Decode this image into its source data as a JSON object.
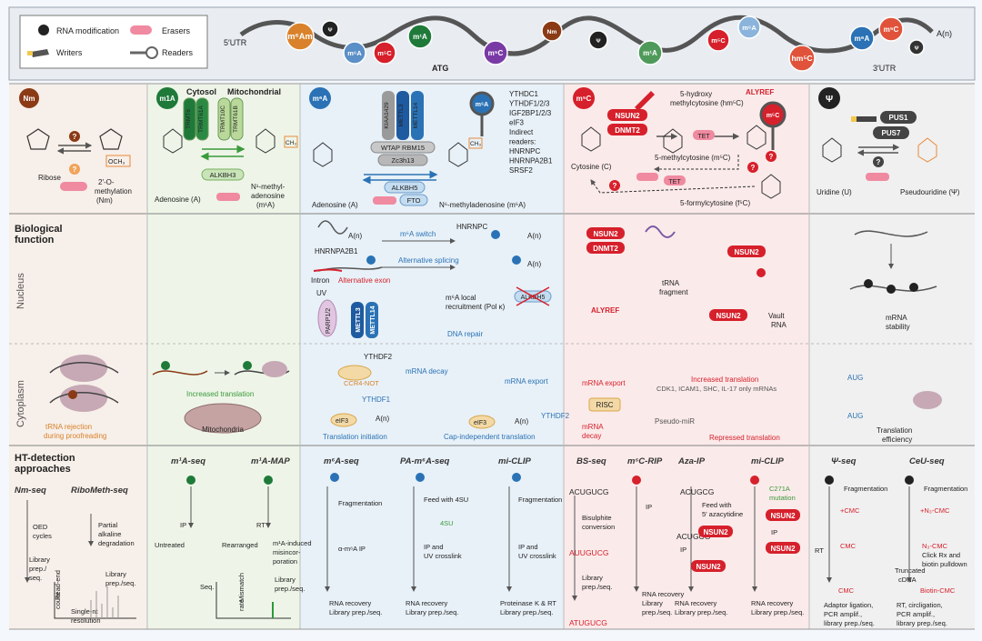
{
  "legend": {
    "modification": "RNA modification",
    "writers": "Writers",
    "erasers": "Erasers",
    "readers": "Readers"
  },
  "transcript": {
    "utr5": "5′UTR",
    "utr3": "3′UTR",
    "atg": "ATG",
    "polya": "A(n)",
    "marks": [
      {
        "label": "m⁶Am",
        "color": "#d9822b"
      },
      {
        "label": "Ψ",
        "color": "#222222"
      },
      {
        "label": "m⁶A",
        "color": "#5b8fc7"
      },
      {
        "label": "m⁵C",
        "color": "#d6202b"
      },
      {
        "label": "m¹A",
        "color": "#1f7a3a"
      },
      {
        "label": "m⁵C",
        "color": "#7a3aa6"
      },
      {
        "label": "Nm",
        "color": "#8b3a16"
      },
      {
        "label": "Ψ",
        "color": "#222222"
      },
      {
        "label": "m¹A",
        "color": "#4f9a5a"
      },
      {
        "label": "m⁵C",
        "color": "#d6202b"
      },
      {
        "label": "m⁶A",
        "color": "#8ab4dc"
      },
      {
        "label": "hm⁵C",
        "color": "#e0533a"
      },
      {
        "label": "m⁶A",
        "color": "#2a72b5"
      },
      {
        "label": "m⁵C",
        "color": "#e0533a"
      },
      {
        "label": "Ψ",
        "color": "#333333"
      }
    ]
  },
  "rows": {
    "bio_function_line1": "Biological",
    "bio_function_line2": "function",
    "nucleus": "Nucleus",
    "cytoplasm": "Cytoplasm",
    "ht_line1": "HT-detection",
    "ht_line2": "approaches"
  },
  "panels": {
    "nm": {
      "badge": "Nm",
      "och3": "OCH₃",
      "ribose": "Ribose",
      "product_line1": "2′-O-",
      "product_line2": "methylation",
      "product_line3": "(Nm)"
    },
    "m1a": {
      "badge": "m1A",
      "cytosol": "Cytosol",
      "mitochondrial": "Mitochondrial",
      "writers": [
        "TRMT6",
        "TRMT61A",
        "TRMT10C",
        "TRMT61B"
      ],
      "eraser": "ALKBH3",
      "substrate": "Adenosine (A)",
      "product_line1": "N¹-methyl-",
      "product_line2": "adenosine",
      "product_line3": "(m¹A)"
    },
    "m6a": {
      "badge": "m⁶A",
      "writers": [
        "KIAA1429",
        "METTL3",
        "METTL14"
      ],
      "complex1": "WTAP  RBM15",
      "complex2": "Zc3h13",
      "eraser1": "ALKBH5",
      "eraser2": "FTO",
      "substrate": "Adenosine (A)",
      "product": "N⁶-methyladenosine (m⁶A)",
      "readers": [
        "YTHDC1",
        "YTHDF1/2/3",
        "IGF2BP1/2/3",
        "eIF3",
        "Indirect",
        "readers:",
        "HNRNPC",
        "HNRNPA2B1",
        "SRSF2"
      ]
    },
    "m5c": {
      "badge": "m⁵C",
      "writer1": "NSUN2",
      "writer2": "DNMT2",
      "hm5c_line1": "5-hydroxy",
      "hm5c_line2": "methylcytosine (hm⁵C)",
      "reader": "ALYREF",
      "eraser": "TET",
      "cytosine": "Cytosine (C)",
      "m5c_label": "5-methylcytosine (m⁵C)",
      "f5c_label": "5-formylcytosine (f⁵C)"
    },
    "psi": {
      "badge": "Ψ",
      "writer1": "PUS1",
      "writer2": "PUS7",
      "substrate": "Uridine (U)",
      "product": "Pseudouridine (Ψ)"
    }
  },
  "functions": {
    "nm": {
      "line1": "tRNA rejection",
      "line2": "during proofreading"
    },
    "m1a": {
      "translation": "Increased translation",
      "mitochondria": "Mitochondria"
    },
    "m6a": {
      "polya": "A(n)",
      "hnrnpa2b1": "HNRNPA2B1",
      "switch": "m⁶A switch",
      "hnrnpc": "HNRNPC",
      "splicing": "Alternative splicing",
      "intron": "Intron",
      "exon": "Alternative exon",
      "uv": "UV",
      "parp": "PARP1/2",
      "mettl3": "METTL3",
      "mettl14": "METTL14",
      "local_line1": "m⁶A local",
      "local_line2": "recruitment (Pol κ)",
      "dna_repair": "DNA repair",
      "alkbh5": "ALKBH5",
      "ythdf2": "YTHDF2",
      "ccr4": "CCR4-NOT",
      "decay": "mRNA decay",
      "export": "mRNA export",
      "ythdf1": "YTHDF1",
      "eif3": "eIF3",
      "initiation": "Translation initiation",
      "cap": "Cap-independent translation"
    },
    "m5c": {
      "trna_line1": "tRNA",
      "trna_line2": "fragment",
      "alyref": "ALYREF",
      "vault_line1": "Vault",
      "vault_line2": "RNA",
      "export": "mRNA export",
      "increased": "Increased translation",
      "targets": "CDK1, ICAM1, SHC, IL-17 only mRNAs",
      "risc": "RISC",
      "decay_line1": "mRNA",
      "decay_line2": "decay",
      "pseudomir": "Pseudo-miR",
      "repressed": "Repressed translation"
    },
    "psi": {
      "stability_line1": "mRNA",
      "stability_line2": "stability",
      "aug": "AUG",
      "efficiency_line1": "Translation",
      "efficiency_line2": "efficiency"
    }
  },
  "ht": {
    "titles": [
      "Nm-seq",
      "RiboMeth-seq",
      "m¹A-seq",
      "m¹A-MAP",
      "m⁶A-seq",
      "PA-m⁶A-seq",
      "mi-CLIP",
      "BS-seq",
      "m⁵C-RIP",
      "Aza-IP",
      "mi-CLIP",
      "Ψ-seq",
      "CeU-seq"
    ],
    "nmseq": [
      "OED",
      "cycles",
      "Library",
      "prep./",
      "seq."
    ],
    "ribometh": [
      "Partial",
      "alkaline",
      "degradation",
      "Library",
      "prep./seq.",
      "Read-end",
      "count",
      "Single-nt",
      "resolution"
    ],
    "m1aseq": [
      "IP",
      "Untreated",
      "Rearranged",
      "Seq."
    ],
    "m1amap": [
      "RT",
      "m¹A-induced",
      "misincor-",
      "poration",
      "Library",
      "prep./seq.",
      "Mismatch",
      "rate"
    ],
    "m6aseq": [
      "Fragmentation",
      "α-m⁶A IP",
      "RNA recovery",
      "Library prep./seq."
    ],
    "pam6a": [
      "Feed with 4SU",
      "4SU",
      "IP and",
      "UV crosslink",
      "RNA recovery",
      "Library prep./seq."
    ],
    "miclip6a": [
      "Fragmentation",
      "IP and",
      "UV crosslink",
      "Proteinase K & RT",
      "Library prep./seq."
    ],
    "bsseq": [
      "ACUGUCG",
      "Bisulphite",
      "conversion",
      "AUUGUCG",
      "Library",
      "prep./seq.",
      "ATUGUCG"
    ],
    "m5crip": [
      "IP",
      "RNA recovery",
      "Library",
      "prep./seq."
    ],
    "azaip": [
      "ACUGCG",
      "Feed with",
      "5′ azacytidine",
      "ACUGCG",
      "IP",
      "RNA recovery",
      "Library prep./seq."
    ],
    "miclip5c": [
      "C271A",
      "mutation",
      "IP",
      "RNA recovery",
      "Library prep./seq."
    ],
    "psiseq": [
      "Fragmentation",
      "+CMC",
      "RT",
      "CMC",
      "CMC",
      "Truncated",
      "cDNA",
      "Adaptor ligation,",
      "PCR amplif.,",
      "library prep./seq."
    ],
    "ceuseq": [
      "Fragmentation",
      "+N₃-CMC",
      "N₃-CMC",
      "Click Rx and",
      "biotin pulldown",
      "Biotin-CMC",
      "RT, circligation,",
      "PCR amplif.,",
      "library prep./seq."
    ]
  }
}
